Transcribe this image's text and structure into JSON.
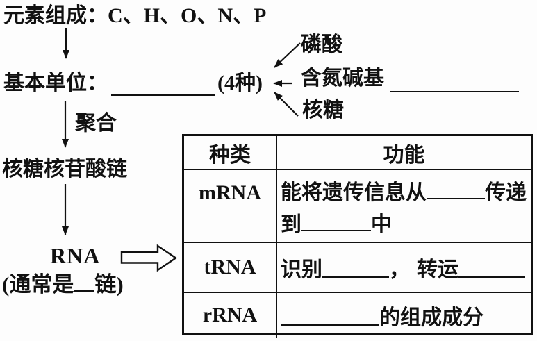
{
  "diagram": {
    "element_composition": "元素组成：C、H、O、N、P",
    "basic_unit": {
      "label": "基本单位：",
      "kinds": "(4种)"
    },
    "components": {
      "phosphate": "磷酸",
      "nitrogenous_base": "含氮碱基",
      "ribose": "核糖"
    },
    "polymerization": "聚合",
    "ribonucleotide_chain": "核糖核苷酸链",
    "rna": "RNA",
    "rna_note": {
      "prefix": "(通常是",
      "suffix": "链)"
    }
  },
  "table": {
    "headers": {
      "type": "种类",
      "function": "功能"
    },
    "rows": {
      "mrna": {
        "type": "mRNA",
        "line1_prefix": "能将遗传信息从",
        "line1_suffix": "传递",
        "line2_prefix": "到",
        "line2_suffix": "中"
      },
      "trna": {
        "type": "tRNA",
        "seg1": "识别",
        "comma": "，",
        "seg2": "转运"
      },
      "rrna": {
        "type": "rRNA",
        "suffix": "的组成成分"
      }
    }
  },
  "colors": {
    "ink": "#111111",
    "paper": "#fdfdfd"
  }
}
